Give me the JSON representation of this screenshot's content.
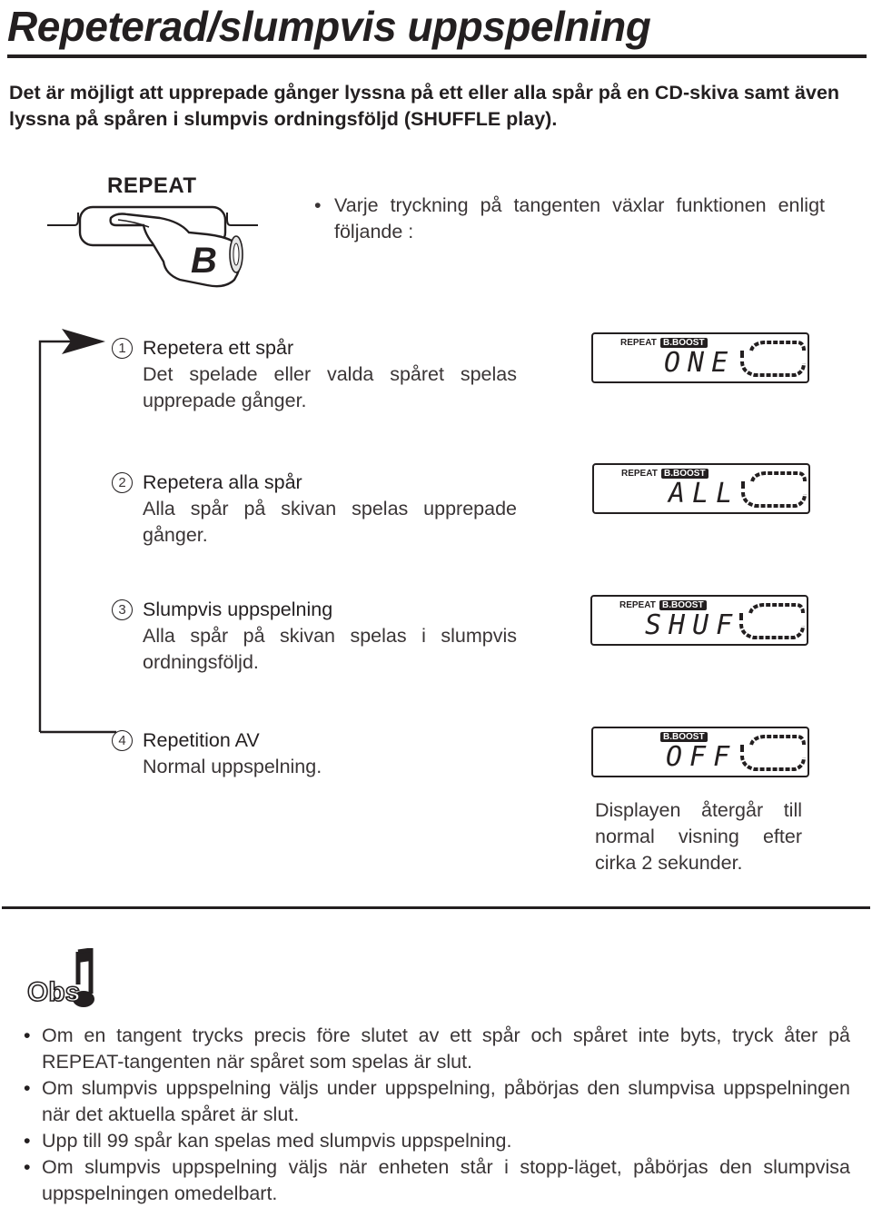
{
  "page": {
    "title": "Repeterad/slumpvis uppspelning",
    "intro": "Det är möjligt att upprepade gånger lyssna på ett eller alla spår på en CD-skiva samt även lyssna på spåren i slumpvis ordningsföljd (SHUFFLE play)."
  },
  "button_illustration": {
    "label": "REPEAT",
    "key_letter": "B",
    "icon": "hand-pressing-button-icon"
  },
  "press_note": "Varje tryckning på tangenten växlar funktionen enligt följande :",
  "steps": [
    {
      "num": "1",
      "head": "Repetera ett spår",
      "body": "Det spelade eller valda spåret spelas upprepade gånger.",
      "lcd_repeat": "REPEAT",
      "lcd_boost": "B.BOOST",
      "lcd_text": "ONE"
    },
    {
      "num": "2",
      "head": "Repetera alla spår",
      "body": "Alla spår på skivan spelas upprepade gånger.",
      "lcd_repeat": "REPEAT",
      "lcd_boost": "B.BOOST",
      "lcd_text": "ALL"
    },
    {
      "num": "3",
      "head": "Slumpvis uppspelning",
      "body": "Alla spår på skivan spelas i slumpvis ordningsföljd.",
      "lcd_repeat": "REPEAT",
      "lcd_boost": "B.BOOST",
      "lcd_text": "SHUF"
    },
    {
      "num": "4",
      "head": "Repetition AV",
      "body": "Normal uppspelning.",
      "lcd_repeat": "",
      "lcd_boost": "B.BOOST",
      "lcd_text": "OFF"
    }
  ],
  "return_note": "Displayen återgår till normal visning efter cirka 2 sekunder.",
  "obs": {
    "label": "Obs",
    "icon": "music-note-icon",
    "notes": [
      "Om en tangent trycks precis före slutet av ett spår och spåret inte byts, tryck åter på REPEAT-tangenten när spåret som spelas är slut.",
      "Om slumpvis uppspelning väljs under uppspelning, påbörjas den slumpvisa uppspelningen när det aktuella spåret är slut.",
      "Upp till 99 spår kan spelas med slumpvis uppspelning.",
      "Om slumpvis uppspelning väljs när enheten står i stopp-läget, påbörjas den slumpvisa uppspelningen omedelbart."
    ]
  },
  "colors": {
    "ink": "#231f20",
    "text": "#3a3536",
    "background": "#ffffff"
  }
}
